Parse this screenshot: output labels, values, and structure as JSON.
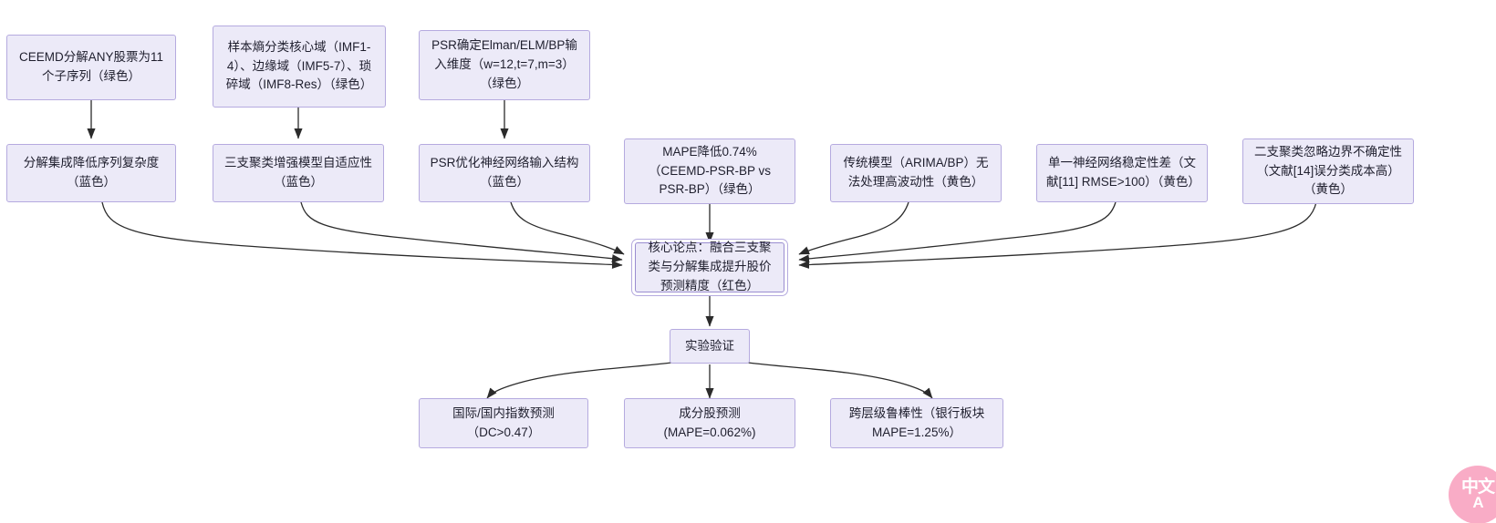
{
  "diagram": {
    "title": "",
    "background": "#ffffff",
    "node_fill": "#ECEAF8",
    "node_border": "#B5AADF",
    "edge_color": "#333333",
    "core_border": "#9a8dd0"
  },
  "nodes": {
    "row1": [
      {
        "id": "ceemd-decompose",
        "text": "CEEMD分解ANY股票为11个子序列（绿色）"
      },
      {
        "id": "sample-entropy",
        "text": "样本熵分类核心域（IMF1-4）、边缘域（IMF5-7）、琐碎域（IMF8-Res）（绿色）"
      },
      {
        "id": "psr-input-dim",
        "text": "PSR确定Elman/ELM/BP输入维度（w=12,t=7,m=3）（绿色）"
      }
    ],
    "row2": [
      {
        "id": "reduce-complexity",
        "text": "分解集成降低序列复杂度（蓝色）"
      },
      {
        "id": "three-way-adaptive",
        "text": "三支聚类增强模型自适应性（蓝色）"
      },
      {
        "id": "psr-optimize",
        "text": "PSR优化神经网络输入结构（蓝色）"
      },
      {
        "id": "mape-drop",
        "text": "MAPE降低0.74%（CEEMD-PSR-BP vs PSR-BP）（绿色）"
      },
      {
        "id": "traditional-model-limit",
        "text": "传统模型（ARIMA/BP）无法处理高波动性（黄色）"
      },
      {
        "id": "single-nn-unstable",
        "text": "单一神经网络稳定性差（文献[11] RMSE>100）（黄色）"
      },
      {
        "id": "two-way-cluster-limit",
        "text": "二支聚类忽略边界不确定性（文献[14]误分类成本高）（黄色）"
      }
    ],
    "core": {
      "id": "core-thesis",
      "text": "核心论点：融合三支聚类与分解集成提升股价预测精度（红色）"
    },
    "validation": {
      "id": "experiment-validation",
      "text": "实验验证"
    },
    "results": [
      {
        "id": "index-forecast",
        "text": "国际/国内指数预测（DC>0.47）"
      },
      {
        "id": "constituent-forecast",
        "text": "成分股预测(MAPE=0.062%)"
      },
      {
        "id": "cross-level-robustness",
        "text": "跨层级鲁棒性（银行板块MAPE=1.25%）"
      }
    ]
  },
  "watermark": {
    "line1": "中文",
    "line2": "A",
    "color": "#F9A8C4"
  }
}
